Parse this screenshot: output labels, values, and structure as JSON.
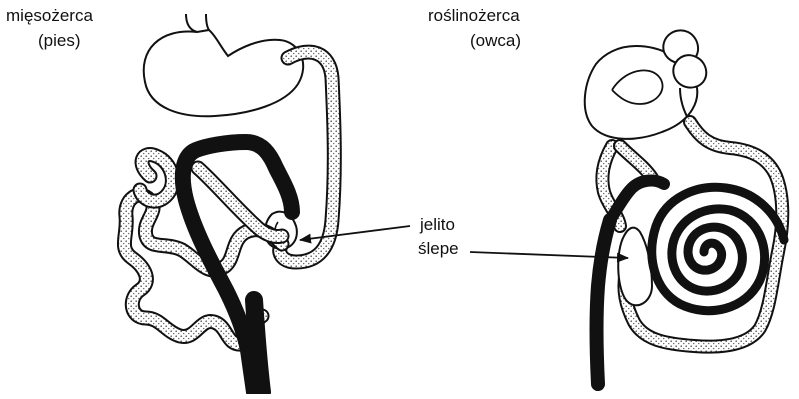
{
  "labels": {
    "carnivore_line1": "mięsożerca",
    "carnivore_line2": "(pies)",
    "herbivore_line1": "roślinożerca",
    "herbivore_line2": "(owca)",
    "caecum_line1": "jelito",
    "caecum_line2": "ślepe"
  },
  "colors": {
    "ink": "#111111",
    "background": "#ffffff",
    "stipple": "#555555"
  }
}
